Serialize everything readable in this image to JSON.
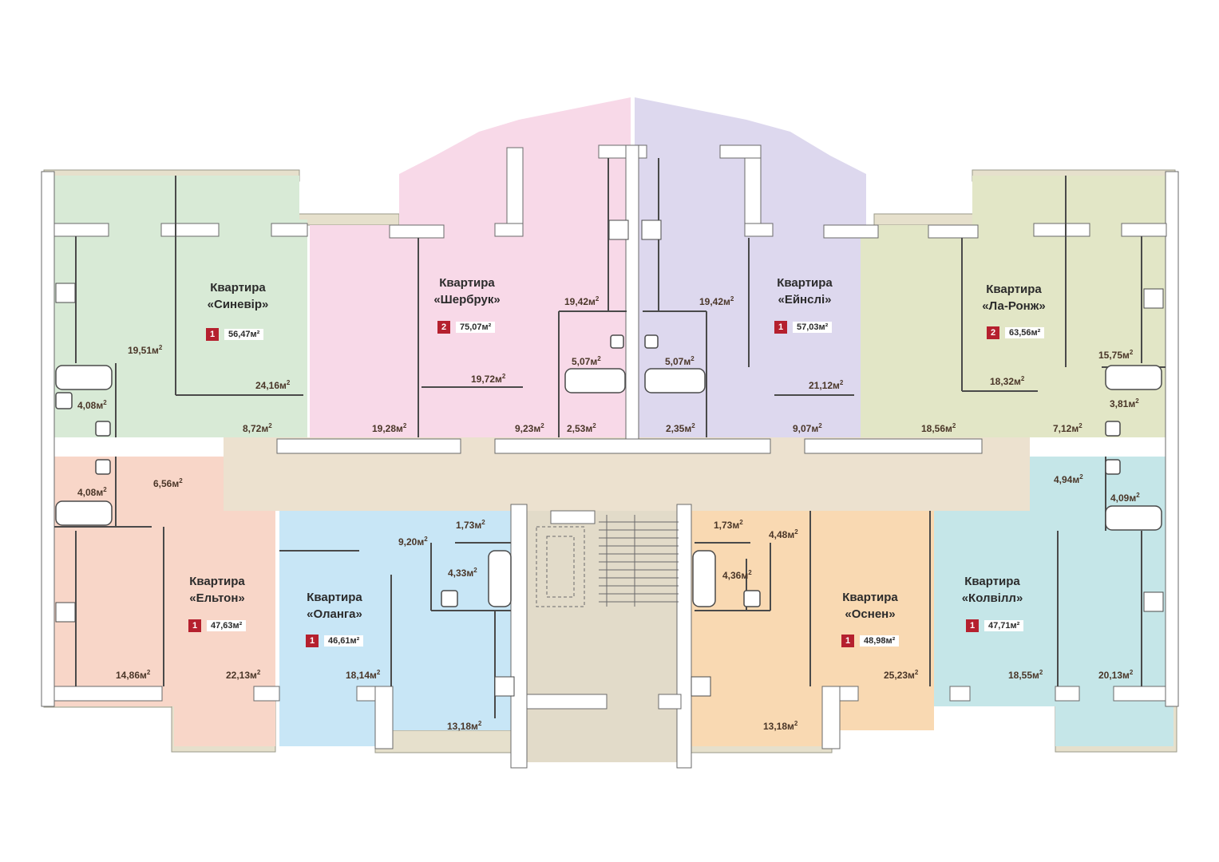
{
  "apartments": [
    {
      "id": "synevir",
      "title": "Квартира",
      "name": "«Синевір»",
      "rooms": "1",
      "area": "56,47м²"
    },
    {
      "id": "sherbruk",
      "title": "Квартира",
      "name": "«Шербрук»",
      "rooms": "2",
      "area": "75,07м²"
    },
    {
      "id": "eynsli",
      "title": "Квартира",
      "name": "«Ейнслі»",
      "rooms": "1",
      "area": "57,03м²"
    },
    {
      "id": "laronzh",
      "title": "Квартира",
      "name": "«Ла-Ронж»",
      "rooms": "2",
      "area": "63,56м²"
    },
    {
      "id": "elton",
      "title": "Квартира",
      "name": "«Ельтон»",
      "rooms": "1",
      "area": "47,63м²"
    },
    {
      "id": "olanga",
      "title": "Квартира",
      "name": "«Оланга»",
      "rooms": "1",
      "area": "46,61м²"
    },
    {
      "id": "osnen",
      "title": "Квартира",
      "name": "«Оснен»",
      "rooms": "1",
      "area": "48,98м²"
    },
    {
      "id": "kolvill",
      "title": "Квартира",
      "name": "«Колвілл»",
      "rooms": "1",
      "area": "47,71м²"
    }
  ],
  "room_areas": [
    "19,51м",
    "24,16м",
    "4,08м",
    "8,72м",
    "19,28м",
    "19,72м",
    "19,42м",
    "5,07м",
    "9,23м",
    "2,53м",
    "19,42м",
    "5,07м",
    "2,35м",
    "21,12м",
    "9,07м",
    "18,56м",
    "18,32м",
    "15,75м",
    "3,81м",
    "7,12м",
    "4,08м",
    "6,56м",
    "14,86м",
    "22,13м",
    "9,20м",
    "1,73м",
    "4,33м",
    "18,14м",
    "13,18м",
    "1,73м",
    "4,48м",
    "4,36м",
    "13,18м",
    "25,23м",
    "4,94м",
    "4,09м",
    "18,55м",
    "20,13м"
  ],
  "area_unit_superscript": "2",
  "colors": {
    "synevir": "#d8ead6",
    "sherbruk": "#f8d9e8",
    "eynsli": "#ddd8ee",
    "laronzh": "#e2e6c6",
    "elton": "#f8d6c8",
    "olanga": "#c8e6f6",
    "osnen": "#f9d9b2",
    "kolvill": "#c5e6e8",
    "corridor": "#ece1cf",
    "stairs": "#e2dbc9",
    "balcony": "#e6e0cc",
    "walls": "#ffffff",
    "wall_outline": "#6a6a6a",
    "badge": "#b5202e",
    "text": "#2b2b2b",
    "area_text": "#4a3628"
  }
}
